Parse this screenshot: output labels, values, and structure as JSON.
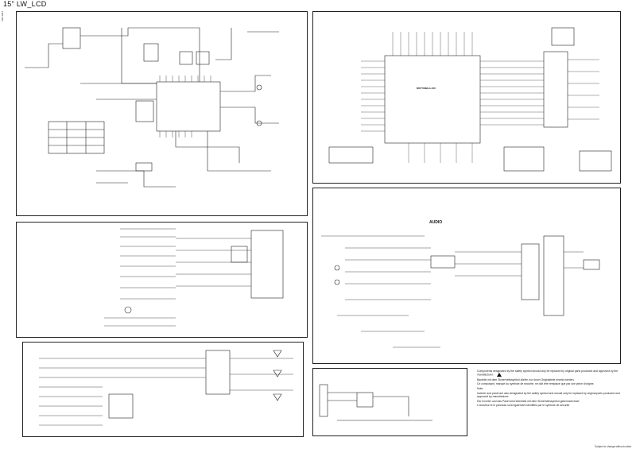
{
  "page": {
    "title": "15\" LW_LCD",
    "side_code": "880-3004",
    "footer": "Subject to change without notice"
  },
  "panels": {
    "power": {
      "label": ""
    },
    "mcu": {
      "chip": "MST718BLG-100"
    },
    "video_in": {
      "label": ""
    },
    "vga_in": {
      "label": ""
    },
    "audio": {
      "label": "AUDIO"
    },
    "inverter": {
      "label": ""
    }
  },
  "notes": {
    "line1": "Components designated by the safety symbol should only be replaced by original parts produced and approved by the manufacturer.",
    "line2": "Bauteile mit dem Sicherheitssymbol dürfen nur durch Originalteile ersetzt werden.",
    "line3": "Ce composant, marqué du symbole de sécurité, ne doit être remplacé que par une pièce d'origine.",
    "note_heading": "Note:",
    "note1": "Inverter and panel are also designated by the safety symbol and should only be replaced by original parts produced and approved by manufacturer.",
    "note2": "Der Inverter und das Panel sind ebenfalls mit dem Sicherheitssymbol gekennzeichnet.",
    "note3": "L'onduleur et le panneau sont également identifiés par le symbole de sécurité."
  },
  "colors": {
    "ink": "#111111",
    "frame": "#222222"
  }
}
